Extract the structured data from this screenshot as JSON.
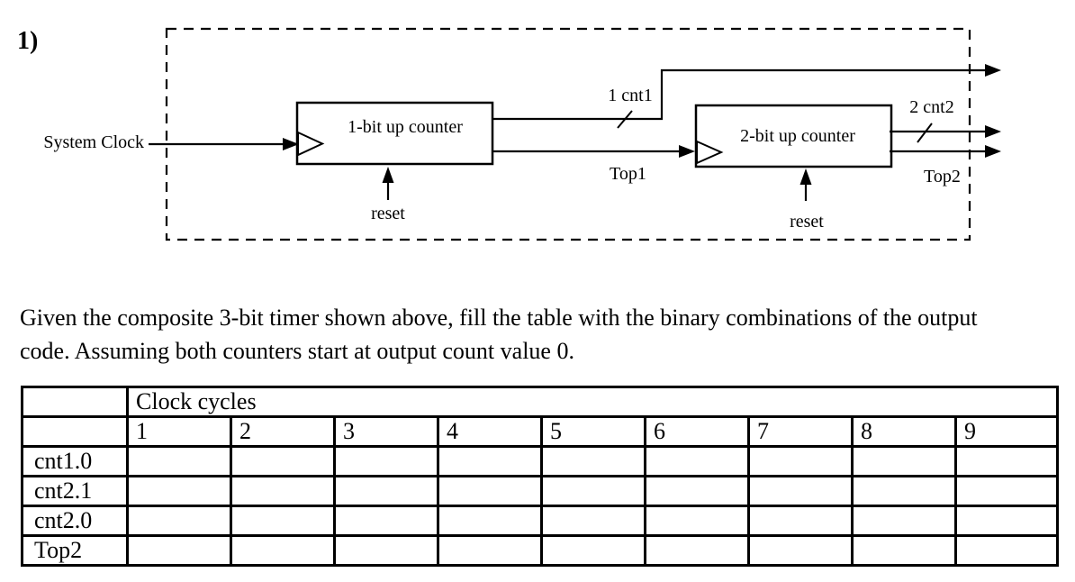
{
  "problem_number": "1)",
  "diagram": {
    "system_clock_label": "System Clock",
    "counter1_label": "1-bit up counter",
    "counter1_reset_label": "reset",
    "cnt1_bus_label": "1 cnt1",
    "top1_label": "Top1",
    "counter2_label": "2-bit up counter",
    "counter2_reset_label": "reset",
    "cnt2_bus_label": "2 cnt2",
    "top2_label": "Top2"
  },
  "question": {
    "lines": [
      "Given the composite 3-bit timer shown above, fill the table with the binary combinations of the output",
      "code. Assuming both counters start at output count value 0."
    ]
  },
  "table": {
    "group_header": "Clock cycles",
    "clock_cycle_columns": [
      "1",
      "2",
      "3",
      "4",
      "5",
      "6",
      "7",
      "8",
      "9"
    ],
    "row_labels": [
      "cnt1.0",
      "cnt2.1",
      "cnt2.0",
      "Top2"
    ],
    "cells": [
      [
        "",
        "",
        "",
        "",
        "",
        "",
        "",
        "",
        ""
      ],
      [
        "",
        "",
        "",
        "",
        "",
        "",
        "",
        "",
        ""
      ],
      [
        "",
        "",
        "",
        "",
        "",
        "",
        "",
        "",
        ""
      ],
      [
        "",
        "",
        "",
        "",
        "",
        "",
        "",
        "",
        ""
      ]
    ]
  }
}
